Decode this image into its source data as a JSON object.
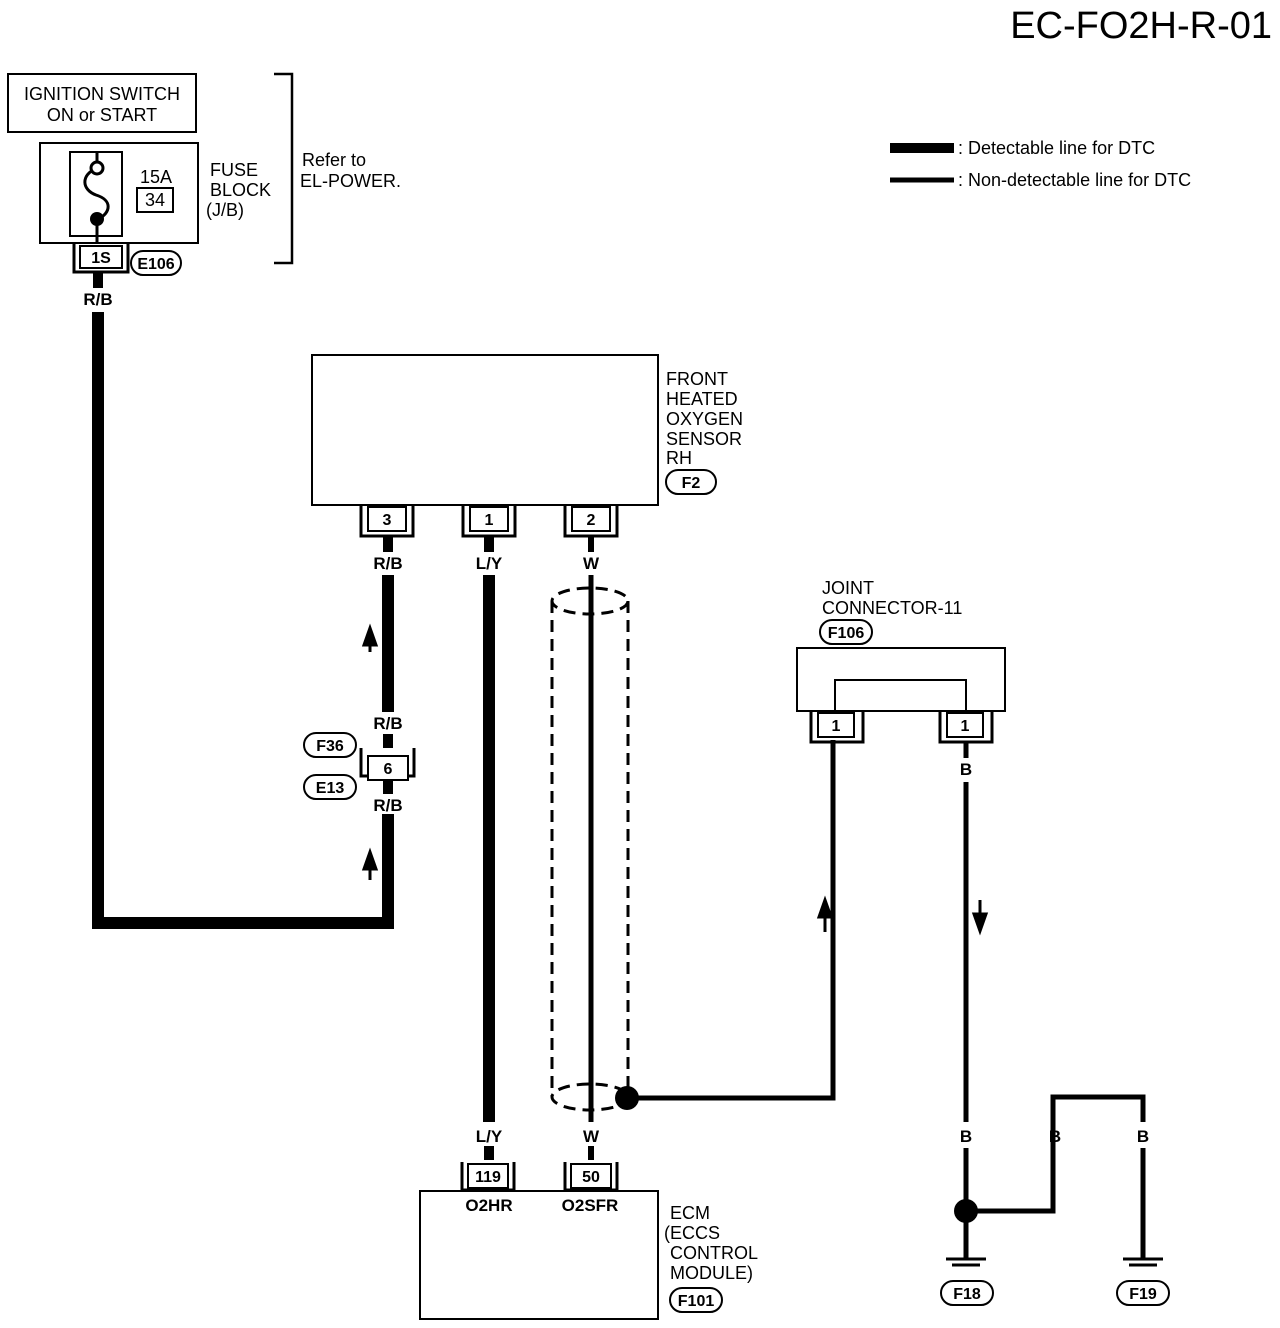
{
  "diagram_id": "EC-FO2H-R-01",
  "legend": {
    "detectable": ": Detectable line for DTC",
    "non_detectable": ": Non-detectable line for DTC"
  },
  "ignition": {
    "line1": "IGNITION SWITCH",
    "line2": "ON or START"
  },
  "fuse": {
    "rating": "15A",
    "number": "34",
    "label1": "FUSE",
    "label2": "BLOCK",
    "label3": "(J/B)",
    "terminal": "1S",
    "connector": "E106"
  },
  "refer": {
    "line1": "Refer to",
    "line2": "EL-POWER."
  },
  "sensor": {
    "line1": "FRONT",
    "line2": "HEATED",
    "line3": "OXYGEN",
    "line4": "SENSOR",
    "line5": "RH",
    "connector": "F2",
    "pin_a": "3",
    "pin_b": "1",
    "pin_c": "2"
  },
  "wires": {
    "rb": "R/B",
    "ly": "L/Y",
    "w": "W",
    "b": "B"
  },
  "inline_connector": {
    "top": "F36",
    "bottom": "E13",
    "pin": "6"
  },
  "joint": {
    "line1": "JOINT",
    "line2": "CONNECTOR-11",
    "connector": "F106",
    "pin_left": "1",
    "pin_right": "1"
  },
  "ecm": {
    "line1": "ECM",
    "line2": "(ECCS",
    "line3": "CONTROL",
    "line4": "MODULE)",
    "connector": "F101",
    "pin_a": "119",
    "pin_a_name": "O2HR",
    "pin_b": "50",
    "pin_b_name": "O2SFR"
  },
  "grounds": {
    "g1": "F18",
    "g2": "F19"
  }
}
